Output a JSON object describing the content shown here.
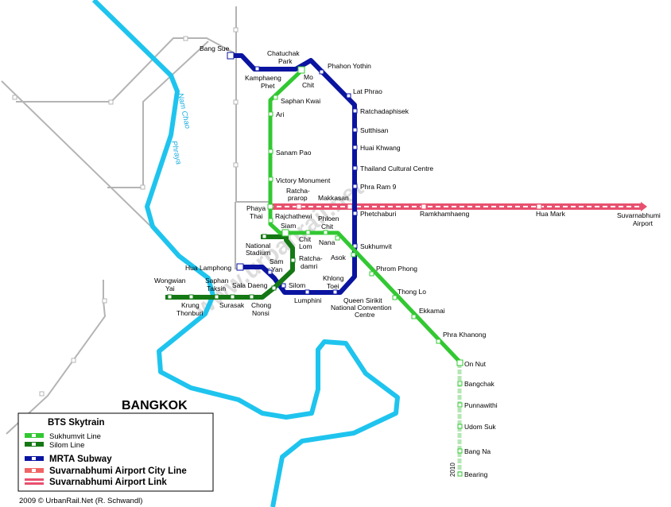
{
  "city": "BANGKOK",
  "year_label": "2010",
  "watermark": "www.urbanrail.net",
  "credit": "2009 © UrbanRail.Net (R. Schwandl)",
  "river": {
    "label_1": "Nam Chao",
    "label_2": "Phraya"
  },
  "colors": {
    "river": "#1ec4ee",
    "rail": "#b4b4b4",
    "sukhumvit": "#32c832",
    "sukhumvit_future": "#b4e6b4",
    "silom": "#147814",
    "mrta": "#0a14a0",
    "airport_city": "#f06464",
    "airport_express": "#e8506e"
  },
  "legend": {
    "bts_title": "BTS Skytrain",
    "sukhumvit": "Sukhumvit Line",
    "silom": "Silom Line",
    "mrta": "MRTA Subway",
    "airport_city": "Suvarnabhumi Airport City Line",
    "airport_link": "Suvarnabhumi Airport Link"
  },
  "stations": {
    "bang_sue": "Bang Sue",
    "chatuchak_1": "Chatuchak",
    "chatuchak_2": "Park",
    "kamphaeng_1": "Kamphaeng",
    "kamphaeng_2": "Phet",
    "mo_chit_1": "Mo",
    "mo_chit_2": "Chit",
    "phahon_yothin": "Phahon Yothin",
    "lat_phrao": "Lat Phrao",
    "ratchadaphisek": "Ratchadaphisek",
    "sutthisan": "Sutthisan",
    "huai_khwang": "Huai Khwang",
    "thailand_cc": "Thailand Cultural Centre",
    "phra_ram_9": "Phra Ram 9",
    "saphan_kwai": "Saphan Kwai",
    "ari": "Ari",
    "sanam_pao": "Sanam Pao",
    "victory_monument": "Victory Monument",
    "ratchaprarop_1": "Ratcha-",
    "ratchaprarop_2": "prarop",
    "makkasan": "Makkasan",
    "phaya_thai_1": "Phaya",
    "phaya_thai_2": "Thai",
    "rajchathewi": "Rajchathewi",
    "phloen_chit_1": "Phloen",
    "phloen_chit_2": "Chit",
    "phetchaburi": "Phetchaburi",
    "ramkhamhaeng": "Ramkhamhaeng",
    "hua_mark": "Hua Mark",
    "suvarnabhumi_1": "Suvarnabhumi",
    "suvarnabhumi_2": "Airport",
    "siam": "Siam",
    "national_stadium_1": "National",
    "national_stadium_2": "Stadium",
    "chit_lom_1": "Chit",
    "chit_lom_2": "Lom",
    "nana": "Nana",
    "asok": "Asok",
    "sukhumvit": "Sukhumvit",
    "ratchadamri_1": "Ratcha-",
    "ratchadamri_2": "damri",
    "hua_lamphong": "Hua Lamphong",
    "sam_yan_1": "Sam",
    "sam_yan_2": "Yan",
    "phrom_phong": "Phrom Phong",
    "wongwian_yai_1": "Wongwian",
    "wongwian_yai_2": "Yai",
    "saphan_taksin_1": "Saphan",
    "saphan_taksin_2": "Taksin",
    "sala_daeng": "Sala Daeng",
    "silom": "Silom",
    "khlong_toei_1": "Khlong",
    "khlong_toei_2": "Toei",
    "thong_lo": "Thong Lo",
    "krung_thonburi_1": "Krung",
    "krung_thonburi_2": "Thonburi",
    "surasak": "Surasak",
    "chong_nonsi_1": "Chong",
    "chong_nonsi_2": "Nonsi",
    "lumphini": "Lumphini",
    "qsncc_1": "Queen Sirikit",
    "qsncc_2": "National Convention",
    "qsncc_3": "Centre",
    "ekkamai": "Ekkamai",
    "phra_khanong": "Phra Khanong",
    "on_nut": "On Nut",
    "bangchak": "Bangchak",
    "punnawithi": "Punnawithi",
    "udom_suk": "Udom Suk",
    "bang_na": "Bang Na",
    "bearing": "Bearing"
  }
}
